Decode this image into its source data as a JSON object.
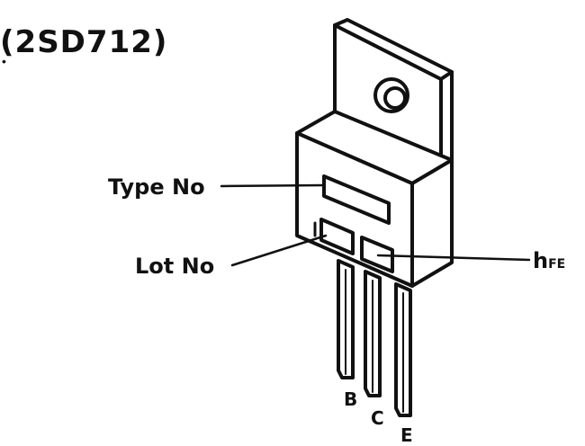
{
  "diagram": {
    "part_title": "(2SD712)",
    "labels": {
      "type_no": "Type No",
      "lot_no": "Lot No",
      "hfe_main": "h",
      "hfe_sub": "FE"
    },
    "pins": {
      "b": "B",
      "c": "C",
      "e": "E"
    }
  }
}
